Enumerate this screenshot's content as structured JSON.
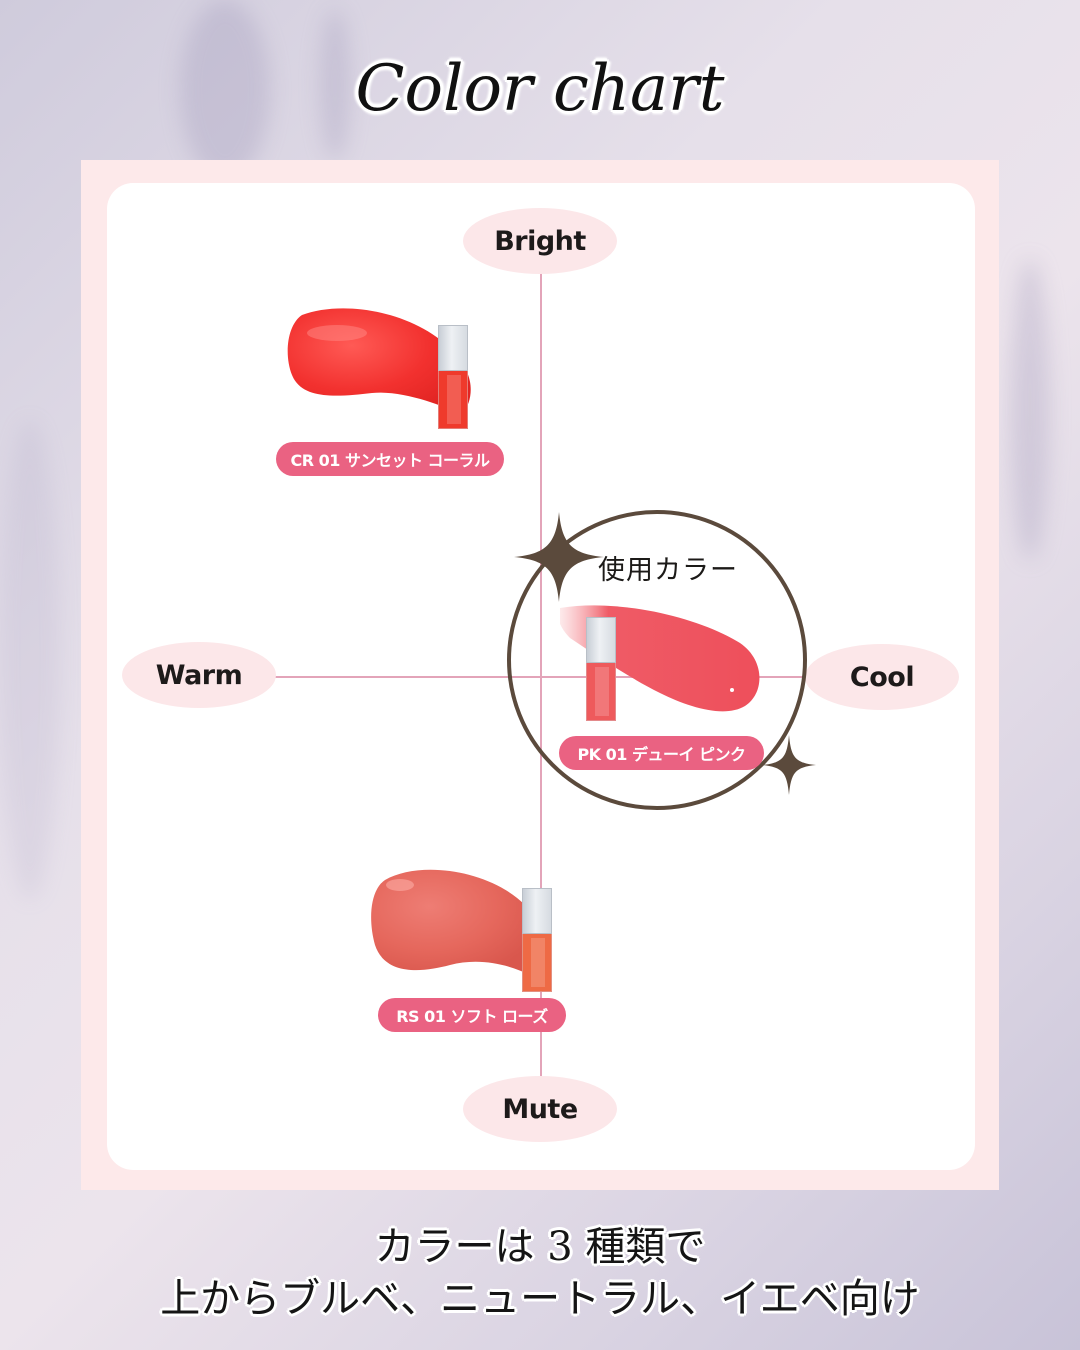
{
  "title": "Color chart",
  "chart": {
    "axes": {
      "top": "Bright",
      "bottom": "Mute",
      "left": "Warm",
      "right": "Cool"
    },
    "products": [
      {
        "label": "CR 01 サンセット コーラル",
        "color": "#f2312f",
        "quadrant": "warm-bright"
      },
      {
        "label": "PK 01 デューイ ピンク",
        "color": "#ef4f5c",
        "quadrant": "cool-center",
        "highlighted": true
      },
      {
        "label": "RS 01 ソフト ローズ",
        "color": "#e5675c",
        "quadrant": "warm-mute"
      }
    ],
    "highlight_label": "使用カラー"
  },
  "caption": {
    "line1": "カラーは 3 種類で",
    "line2": "上からブルベ、ニュートラル、イエベ向け"
  },
  "colors": {
    "frame": "#fde9ea",
    "axis_line": "#e3a4b9",
    "axis_label_bg": "#fce7e9",
    "pill": "#ea6282",
    "circle": "#5b4a3c"
  }
}
